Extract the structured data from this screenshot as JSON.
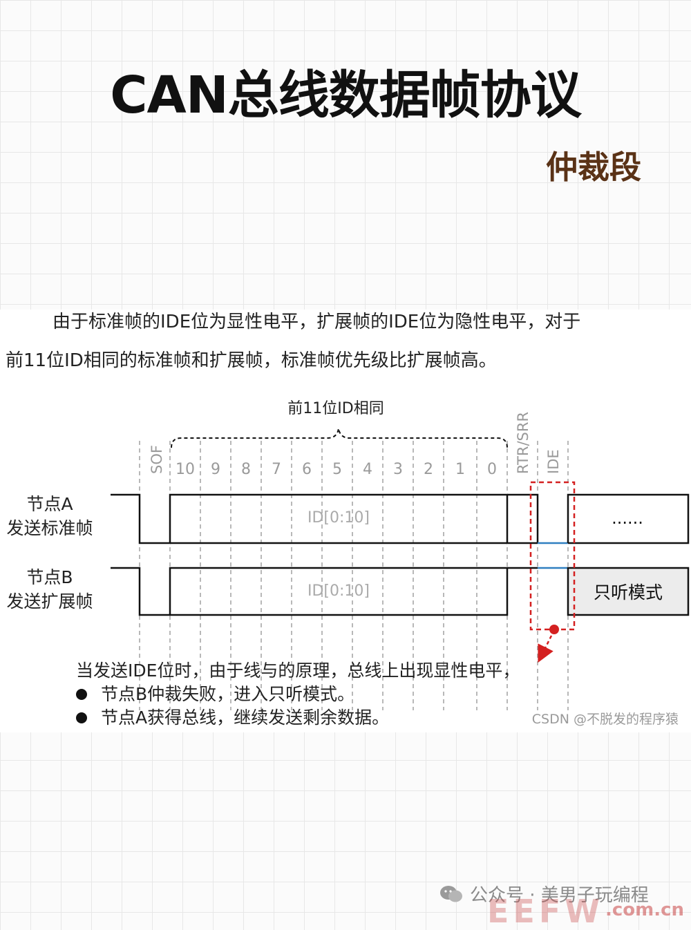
{
  "title": "CAN总线数据帧协议",
  "subtitle": "仲裁段",
  "paragraph": {
    "line1": "由于标准帧的IDE位为显性电平，扩展帧的IDE位为隐性电平，对于",
    "line2": "前11位ID相同的标准帧和扩展帧，标准帧优先级比扩展帧高。"
  },
  "diagram": {
    "brace_label": "前11位ID相同",
    "sof_label": "SOF",
    "bit_labels": [
      "10",
      "9",
      "8",
      "7",
      "6",
      "5",
      "4",
      "3",
      "2",
      "1",
      "0"
    ],
    "rtr_label": "RTR/SRR",
    "ide_label": "IDE",
    "node_a": {
      "line1": "节点A",
      "line2": "发送标准帧"
    },
    "node_b": {
      "line1": "节点B",
      "line2": "发送扩展帧"
    },
    "id_field_a": "ID[0:10]",
    "id_field_b": "ID[0:10]",
    "continue_box": "......",
    "listen_box": "只听模式",
    "colors": {
      "signal": "#111111",
      "highlight": "#d42020",
      "ide_line": "#2f7fc0",
      "grid_dash": "#9a9a9a",
      "listen_fill": "#ececec"
    }
  },
  "notes": {
    "intro": "当发送IDE位时，由于线与的原理，总线上出现显性电平，",
    "bullets": [
      "节点B仲裁失败，进入只听模式。",
      "节点A获得总线，继续发送剩余数据。"
    ]
  },
  "source_watermark": "CSDN @不脱发的程序猿",
  "footer": {
    "icon": "wechat-icon",
    "text": "公众号 · 美男子玩编程",
    "logo_letters": "EEFW",
    "logo_domain": ".com.cn"
  }
}
